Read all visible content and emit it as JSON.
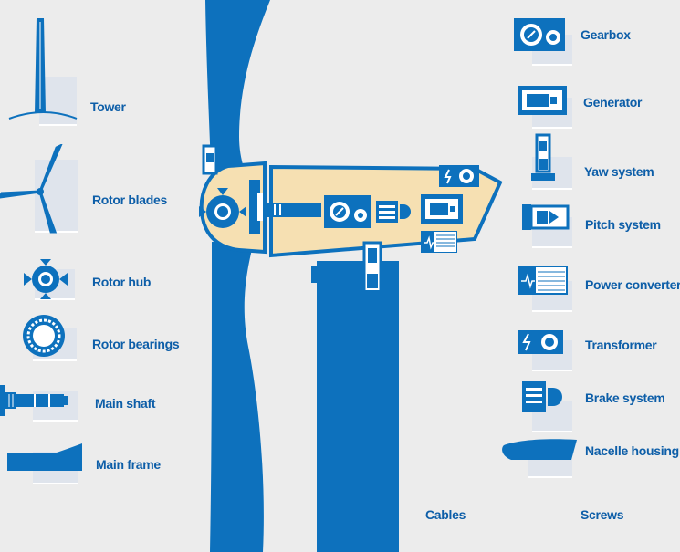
{
  "colors": {
    "blue": "#0d71bd",
    "dark_blue": "#0d5ea8",
    "nacelle": "#f6e0b2",
    "card": "#dfe4ec",
    "background": "#ececec"
  },
  "components_left": [
    {
      "label": "Tower",
      "icon": "tower-icon"
    },
    {
      "label": "Rotor blades",
      "icon": "rotor-blades-icon"
    },
    {
      "label": "Rotor hub",
      "icon": "rotor-hub-icon"
    },
    {
      "label": "Rotor bearings",
      "icon": "rotor-bearings-icon"
    },
    {
      "label": "Main shaft",
      "icon": "main-shaft-icon"
    },
    {
      "label": "Main frame",
      "icon": "main-frame-icon"
    }
  ],
  "components_right": [
    {
      "label": "Gearbox",
      "icon": "gearbox-icon"
    },
    {
      "label": "Generator",
      "icon": "generator-icon"
    },
    {
      "label": "Yaw system",
      "icon": "yaw-system-icon"
    },
    {
      "label": "Pitch system",
      "icon": "pitch-system-icon"
    },
    {
      "label": "Power converter",
      "icon": "power-converter-icon"
    },
    {
      "label": "Transformer",
      "icon": "transformer-icon"
    },
    {
      "label": "Brake system",
      "icon": "brake-system-icon"
    },
    {
      "label": "Nacelle housing",
      "icon": "nacelle-housing-icon"
    }
  ],
  "components_bottom": [
    {
      "label": "Cables"
    },
    {
      "label": "Screws"
    }
  ]
}
